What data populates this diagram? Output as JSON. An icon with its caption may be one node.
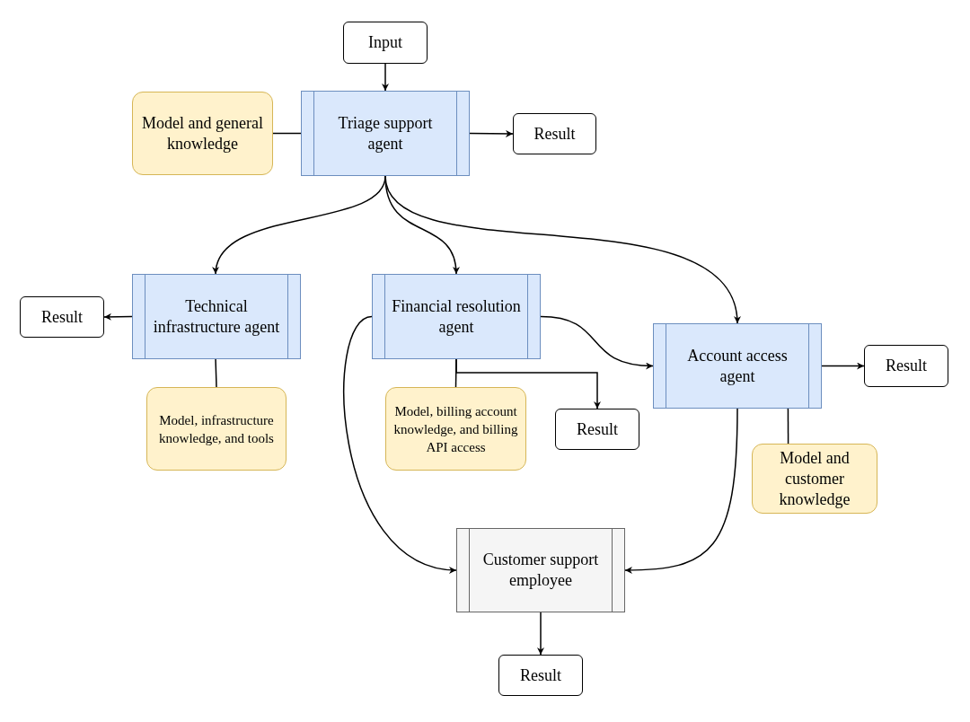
{
  "diagram": {
    "nodes": [
      {
        "text": [
          "Input"
        ]
      },
      {
        "text": [
          "Triage support agent"
        ]
      },
      {
        "text": [
          "Model and general knowledge"
        ]
      },
      {
        "text": [
          "Result"
        ]
      },
      {
        "text": [
          "Technical infrastructure agent"
        ]
      },
      {
        "text": [
          "Result"
        ]
      },
      {
        "text": [
          "Model, infrastructure knowledge, and tools"
        ]
      },
      {
        "text": [
          "Financial resolution agent"
        ]
      },
      {
        "text": [
          "Model, billing account knowledge, and billing API access"
        ]
      },
      {
        "text": [
          "Result"
        ]
      },
      {
        "text": [
          "Account access agent"
        ]
      },
      {
        "text": [
          "Result"
        ]
      },
      {
        "text": [
          "Model and customer knowledge"
        ]
      },
      {
        "text": [
          "Customer support employee"
        ]
      },
      {
        "text": [
          "Result"
        ]
      }
    ],
    "edges": [
      {
        "from": 0,
        "to": 1,
        "arrow": "to"
      },
      {
        "from": 2,
        "to": 1,
        "arrow": "none"
      },
      {
        "from": 1,
        "to": 3,
        "arrow": "to"
      },
      {
        "from": 1,
        "to": 4,
        "arrow": "to"
      },
      {
        "from": 1,
        "to": 7,
        "arrow": "to"
      },
      {
        "from": 1,
        "to": 10,
        "arrow": "to"
      },
      {
        "from": 4,
        "to": 5,
        "arrow": "to"
      },
      {
        "from": 6,
        "to": 4,
        "arrow": "none"
      },
      {
        "from": 7,
        "to": 10,
        "arrow": "to"
      },
      {
        "from": 8,
        "to": 7,
        "arrow": "none"
      },
      {
        "from": 7,
        "to": 9,
        "arrow": "to"
      },
      {
        "from": 10,
        "to": 11,
        "arrow": "to"
      },
      {
        "from": 12,
        "to": 10,
        "arrow": "none"
      },
      {
        "from": 7,
        "to": 13,
        "arrow": "to"
      },
      {
        "from": 10,
        "to": 13,
        "arrow": "to"
      },
      {
        "from": 13,
        "to": 14,
        "arrow": "to"
      }
    ]
  }
}
